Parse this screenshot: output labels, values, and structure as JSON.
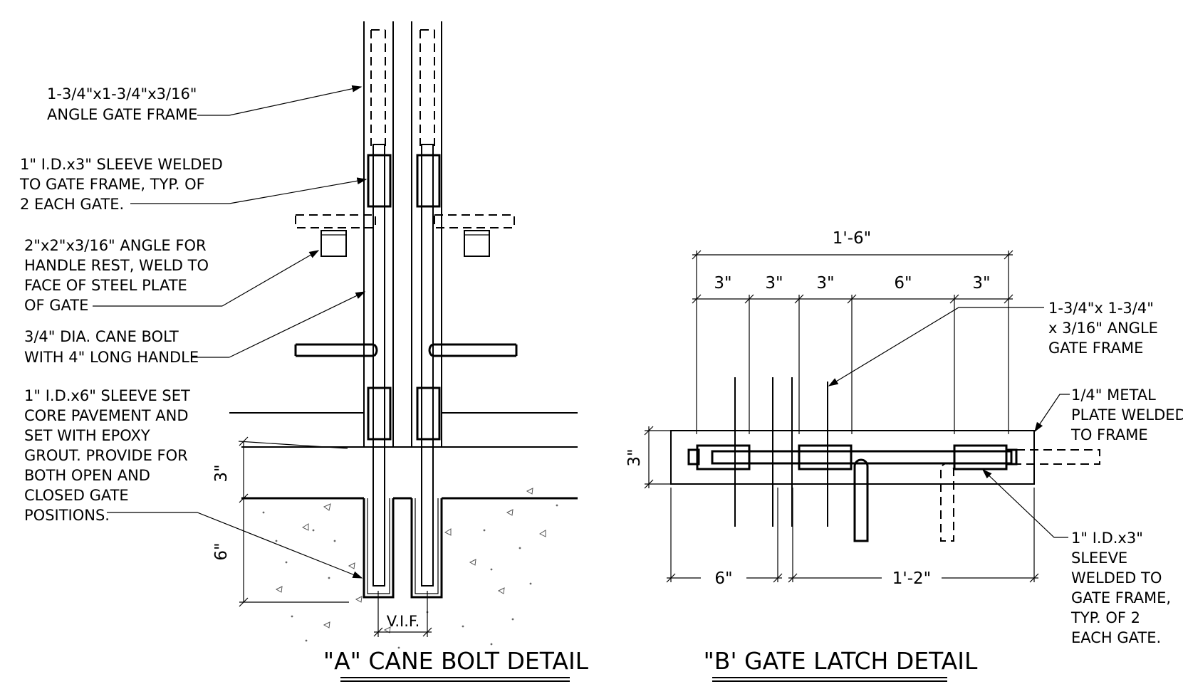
{
  "detail_a": {
    "title": "\"A\" CANE BOLT DETAIL",
    "notes": {
      "angle_frame": [
        "1-3/4\"x1-3/4\"x3/16\"",
        "ANGLE GATE FRAME"
      ],
      "sleeve": [
        "1\" I.D.x3\" SLEEVE WELDED",
        "TO GATE FRAME, TYP. OF",
        "2 EACH GATE."
      ],
      "handle_rest": [
        "2\"x2\"x3/16\" ANGLE FOR",
        "HANDLE REST, WELD TO",
        "FACE OF STEEL PLATE",
        "OF GATE"
      ],
      "cane_bolt": [
        "3/4\" DIA. CANE BOLT",
        "WITH 4\" LONG HANDLE"
      ],
      "core_sleeve": [
        "1\" I.D.x6\" SLEEVE SET",
        "CORE PAVEMENT AND",
        "SET WITH EPOXY",
        "GROUT. PROVIDE FOR",
        "BOTH OPEN AND",
        "CLOSED GATE",
        "POSITIONS."
      ]
    },
    "dims": {
      "upper": "3\"",
      "lower": "6\"",
      "vif": "V.I.F."
    }
  },
  "detail_b": {
    "title": "\"B' GATE LATCH DETAIL",
    "dims": {
      "overall": "1'-6\"",
      "segments": [
        "3\"",
        "3\"",
        "3\"",
        "6\"",
        "3\""
      ],
      "height": "3\"",
      "bottom_left": "6\"",
      "bottom_right": "1'-2\""
    },
    "notes": {
      "angle_frame": [
        "1-3/4\"x 1-3/4\"",
        "x 3/16\"  ANGLE",
        "GATE FRAME"
      ],
      "plate": [
        "1/4\" METAL",
        "PLATE WELDED",
        "TO FRAME"
      ],
      "sleeve": [
        "1\" I.D.x3\"",
        "SLEEVE",
        "WELDED TO",
        "GATE FRAME,",
        "TYP. OF 2",
        "EACH GATE."
      ]
    }
  }
}
